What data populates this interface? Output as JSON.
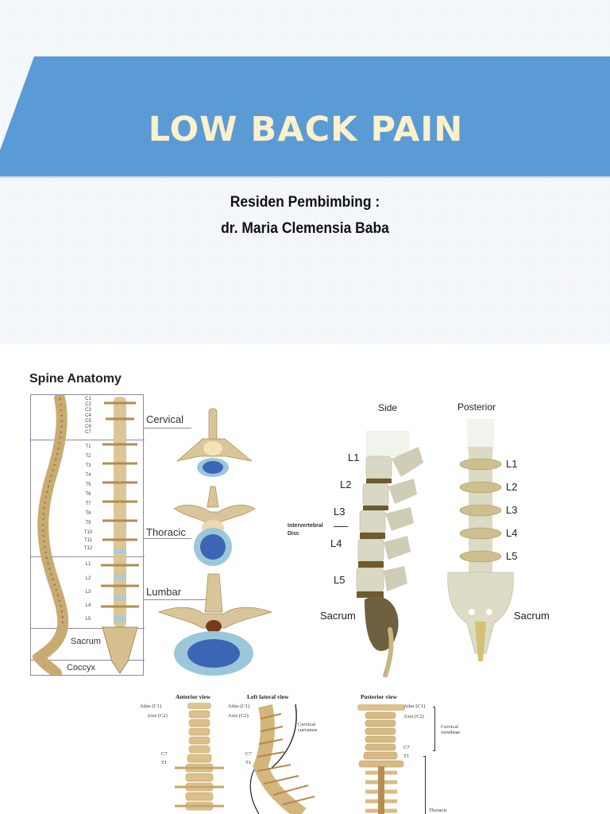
{
  "slide1": {
    "title": "LOW BACK PAIN",
    "subtitle_line1": "Residen Pembimbing :",
    "subtitle_line2": "dr. Maria Clemensia Baba",
    "colors": {
      "banner": "#5b9bd5",
      "title_text": "#fdf1cb",
      "background": "#eef3f8"
    }
  },
  "slide2": {
    "spine_anatomy": {
      "title": "Spine Anatomy",
      "cervical_levels": [
        "C1",
        "C2",
        "C3",
        "C4",
        "C5",
        "C6",
        "C7"
      ],
      "thoracic_levels": [
        "T1",
        "T2",
        "T3",
        "T4",
        "T5",
        "T6",
        "T7",
        "T8",
        "T9",
        "T10",
        "T11",
        "T12"
      ],
      "lumbar_levels": [
        "L1",
        "L2",
        "L3",
        "L4",
        "L5"
      ],
      "sacrum_label": "Sacrum",
      "coccyx_label": "Coccyx",
      "regions": [
        "Cervical",
        "Thoracic",
        "Lumbar"
      ]
    },
    "lumbar_views": {
      "side": {
        "title": "Side",
        "levels": [
          "L1",
          "L2",
          "L3",
          "L4",
          "L5"
        ],
        "disc_label_line1": "Intervertebral",
        "disc_label_line2": "Disc",
        "sacrum": "Sacrum"
      },
      "posterior": {
        "title": "Posterior",
        "levels": [
          "L1",
          "L2",
          "L3",
          "L4",
          "L5"
        ],
        "sacrum": "Sacrum"
      }
    },
    "cervical_views": {
      "anterior": {
        "title": "Anterior view",
        "labels": [
          "Atlas (C1)",
          "Axis (C2)",
          "C7",
          "T1"
        ]
      },
      "left_lateral": {
        "title": "Left lateral view",
        "labels": [
          "Atlas (C1)",
          "Axis (C2)",
          "C7",
          "T1"
        ],
        "curvature_line1": "Cervical",
        "curvature_line2": "curvature"
      },
      "posterior": {
        "title": "Posterior view",
        "labels": [
          "Atlas (C1)",
          "Axis (C2)",
          "C7",
          "T1"
        ],
        "group1_line1": "Cervical",
        "group1_line2": "vertebrae",
        "group2": "Thoracic"
      }
    }
  }
}
